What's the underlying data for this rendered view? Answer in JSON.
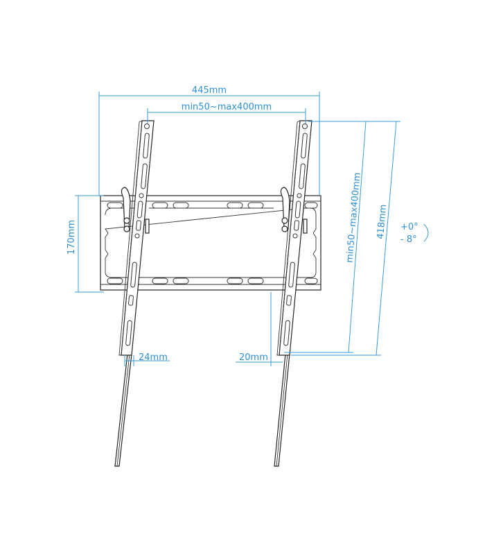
{
  "diagram": {
    "subject": "Tilting TV wall mount bracket",
    "dim_color": "#3a9ad9",
    "line_color": "#222222",
    "labels": {
      "overall_width": "445mm",
      "vesa_horizontal": "min50~max400mm",
      "plate_height": "170mm",
      "vesa_vertical": "min50~max400mm",
      "arm_length": "418mm",
      "left_offset": "24mm",
      "right_offset": "20mm",
      "tilt_up": "+0°",
      "tilt_down": "- 8°"
    }
  }
}
